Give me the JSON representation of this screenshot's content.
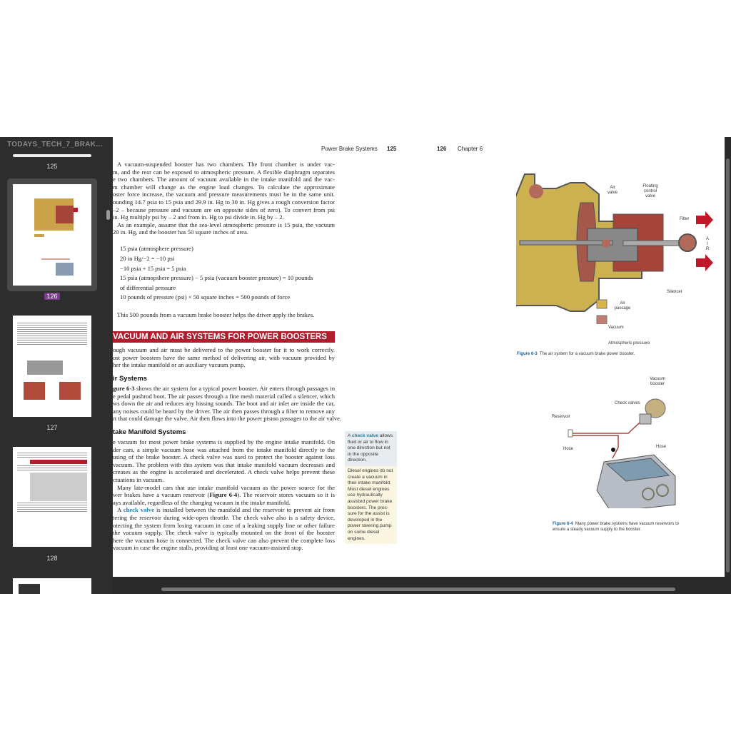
{
  "sidebar": {
    "doc_title": "TODAYS_TECH_7_BRAK...",
    "pages": [
      "125",
      "126",
      "127",
      "128"
    ],
    "selected_page": "126"
  },
  "header": {
    "left_title": "Power Brake Systems",
    "left_page": "125",
    "right_page": "126",
    "right_title": "Chapter 6"
  },
  "body": {
    "para1": [
      "A vacuum-suspended booster has two chambers. The front chamber is under vac-",
      "m, and the rear can be exposed to atmospheric pressure. A flexible diaphragm separates",
      "e two chambers. The amount of vacuum available in the intake manifold and the vac-",
      "m chamber will change as the engine load changes. To calculate the approximate",
      "oster force increase, the vacuum and pressure measurements must be in the same unit.",
      "ounding 14.7 psia to 15 psia and 29.9 in. Hg to 30 in. Hg gives a rough conversion factor",
      "–2 – because pressure and vacuum are on opposite sides of zero). To convert from psi",
      "in. Hg multiply psi by – 2 and from in. Hg to psi divide in. Hg by – 2.",
      "As an example, assume that the sea-level atmospheric pressure is 15 psia, the vacuum",
      "20 in. Hg, and the booster has 50 square inches of area."
    ],
    "equations": [
      "15 psia (atmosphere pressure)",
      "20 in Hg/−2 = −10 psi",
      "−10 psia + 15 psia = 5 psia",
      "15 psia (atmopshere pressure) − 5 psia (vacuum booster pressure) = 10 pounds",
      "of differential pressure",
      "10 pounds of pressure (psi) × 50 square inches = 500 pounds of force"
    ],
    "para2": "This 500 pounds from a vacuum brake booster helps the driver apply the brakes.",
    "section_title": "VACUUM AND AIR SYSTEMS FOR POWER BOOSTERS",
    "para3": [
      "ough vacuum and air must be delivered to the power booster for it to work correctly.",
      "ost power boosters have the same method of delivering air, with vacuum provided by",
      "her the intake manifold or an auxiliary vacuum pump."
    ],
    "sub1": "ir Systems",
    "para4_lead": "gure 6-3",
    "para4": [
      " shows the air system for a typical power booster. Air enters through passages in",
      "e pedal pushrod boot. The air passes through a fine mesh material called a silencer, which",
      "ws down the air and reduces any hissing sounds. The boot and air inlet are inside the car,",
      "any noises could be heard by the driver. The air then passes through a filter to remove any",
      "rt that could damage the valve. Air then flows into the power piston passages to the air valve."
    ],
    "sub2": "take Manifold Systems",
    "para5": [
      "e vacuum for most power brake systems is supplied by the engine intake manifold. On",
      "der cars, a simple vacuum hose was attached from the intake manifold directly to the",
      "using of the brake booster. A check valve was used to protect the booster against loss",
      "vacuum. The problem with this system was that intake manifold vacuum decreases and",
      "creases as the engine is accelerated and decelerated. A check valve helps prevent these",
      "ctuations in vacuum."
    ],
    "para6": [
      "Many late-model cars that use intake manifold vacuum as the power source for the",
      "wer brakes have a vacuum reservoir (",
      "Figure 6-4",
      "). The reservoir stores vacuum so it is",
      "ays available, regardless of the changing vacuum in the intake manifold."
    ],
    "para7_pre": "A ",
    "para7_link": "check valve",
    "para7_post": " is installed between the manifold and the reservoir to prevent air from",
    "para7": [
      "tering the reservoir during wide-open throttle. The check valve also is a safety device,",
      "otecting the system from losing vacuum in case of a leaking supply line or other failure",
      "the vacuum supply. The check valve is typically mounted on the front of the booster",
      "here the vacuum hose is connected. The check valve can also prevent the complete loss",
      "vacuum in case the engine stalls, providing at least one vacuum-assisted stop."
    ]
  },
  "margin_notes": {
    "note1_pre": "A ",
    "note1_link": "check valve",
    "note1_post": " allows fluid or air to flow in one direction but not in the opposite direction.",
    "note2": "Diesel engines do not create a vacuum in their intake manifold. Most diesel engines use hydraulically assisted power brake boosters. The pres-sure for the assist is developed in the power steering pump on some diesel engines."
  },
  "figure63": {
    "labels": {
      "air_valve": "Air valve",
      "floating": "Floating control valve",
      "filter": "Filter",
      "air": "A I R",
      "silencer": "Silencer",
      "air_passage": "Air passage"
    },
    "legend": [
      "Vacuum",
      "Atmospheric pressure"
    ],
    "caption_num": "Figure 6-3",
    "caption": "The air system for a vacuum brake power booster.",
    "colors": {
      "vacuum": "#d9b44a",
      "atmospheric": "#a5453a",
      "arrow": "#c0182a"
    }
  },
  "figure64": {
    "labels": {
      "booster": "Vacuum booster",
      "check": "Check valves",
      "reservoir": "Reservoir",
      "hose1": "Hose",
      "hose2": "Hose"
    },
    "caption_num": "Figure 6-4",
    "caption": "Many power brake systems have vacuum reservoirs to ensure a steady vacuum supply to the booster."
  },
  "colors": {
    "accent": "#b01e2e",
    "link": "#1c7fa8",
    "selected_badge": "#7a3d8c"
  }
}
